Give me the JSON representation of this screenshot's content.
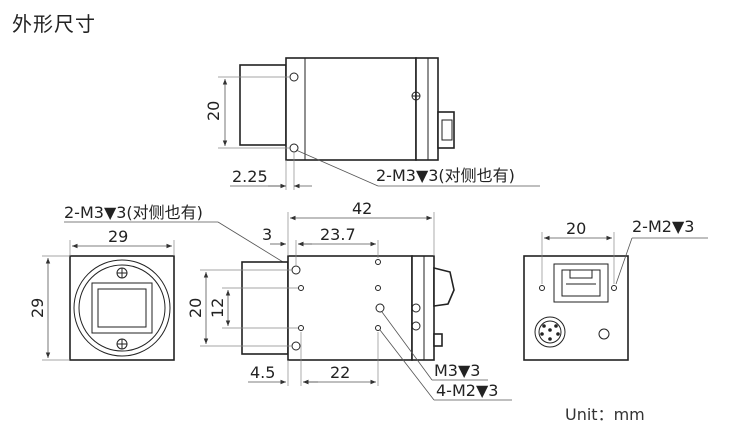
{
  "page": {
    "title": "外形尺寸",
    "unit_note": "Unit：mm"
  },
  "top_view": {
    "dim_height": "20",
    "dim_offset": "2.25",
    "callout": "2-M3▼3(对侧也有)"
  },
  "front_view": {
    "callout": "2-M3▼3(对侧也有)",
    "dim_width": "29",
    "dim_height": "29"
  },
  "side_view": {
    "dim_length": "42",
    "dim_offset_3": "3",
    "dim_23_7": "23.7",
    "dim_20": "20",
    "dim_12": "12",
    "dim_4_5": "4.5",
    "dim_22": "22",
    "callout_m3": "M3▼3",
    "callout_m2": "4-M2▼3"
  },
  "rear_view": {
    "dim_width": "20",
    "callout": "2-M2▼3"
  }
}
